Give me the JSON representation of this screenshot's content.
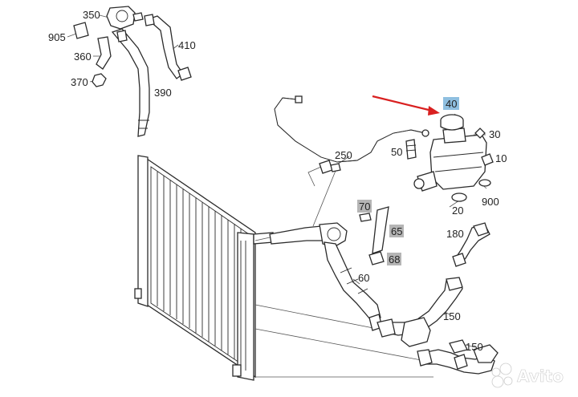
{
  "labels": {
    "l350": "350",
    "l905": "905",
    "l410": "410",
    "l360": "360",
    "l370": "370",
    "l390": "390",
    "l40": "40",
    "l30": "30",
    "l250": "250",
    "l50": "50",
    "l10": "10",
    "l900": "900",
    "l20": "20",
    "l70": "70",
    "l65": "65",
    "l68": "68",
    "l180": "180",
    "l60": "60",
    "l150a": "150",
    "l150b": "150"
  },
  "highlight_colors": {
    "blue": "#8fbfe0",
    "gray": "#b5b5b5",
    "arrow": "#d92020"
  },
  "watermark": {
    "text": "Avito",
    "icon": "avito-logo-icon"
  }
}
